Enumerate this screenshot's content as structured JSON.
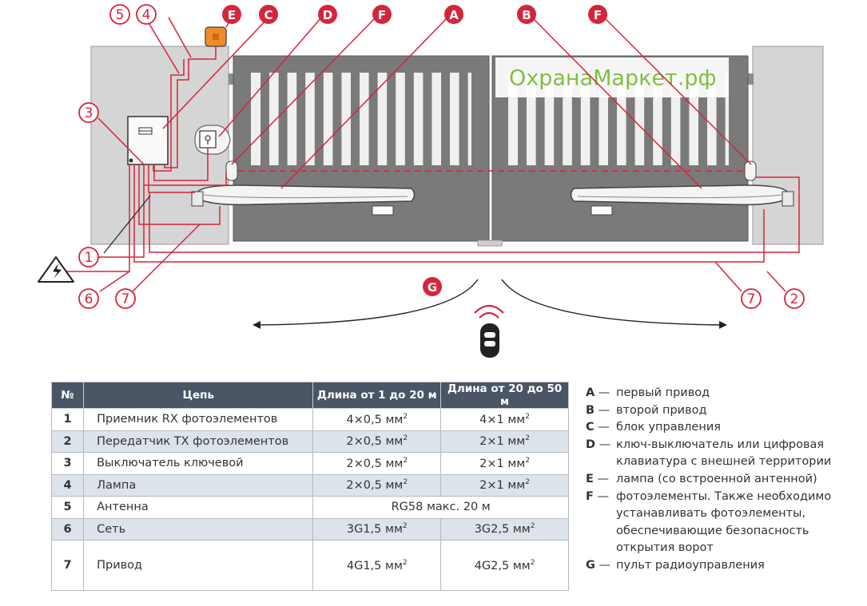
{
  "watermark": "ОхранаМаркет.рф",
  "callouts": {
    "top": [
      "5",
      "4",
      "E",
      "C",
      "D",
      "F",
      "A",
      "B",
      "F"
    ],
    "left": [
      "3",
      "1",
      "6",
      "7"
    ],
    "right": [
      "7",
      "2"
    ],
    "remote": "G"
  },
  "icons": [
    "warning-high-voltage-icon",
    "remote-control-icon",
    "lamp-icon",
    "control-box-icon",
    "key-switch-icon"
  ],
  "colors": {
    "accent": "#d6243a",
    "lamp": "#f18a29",
    "table_header": "#4a5565",
    "table_alt_row": "#dce3ea",
    "watermark": "#7fbf40"
  },
  "table": {
    "headers": [
      "№",
      "Цепь",
      "Длина от 1 до 20 м",
      "Длина от 20 до 50 м"
    ],
    "rows": [
      {
        "num": "1",
        "name": "Приемник RX фотоэлементов",
        "v1": "4×0,5 мм",
        "v2": "4×1 мм",
        "sup": "2"
      },
      {
        "num": "2",
        "name": "Передатчик TX фотоэлементов",
        "v1": "2×0,5 мм",
        "v2": "2×1 мм",
        "sup": "2"
      },
      {
        "num": "3",
        "name": "Выключатель ключевой",
        "v1": "2×0,5 мм",
        "v2": "2×1 мм",
        "sup": "2"
      },
      {
        "num": "4",
        "name": "Лампа",
        "v1": "2×0,5 мм",
        "v2": "2×1 мм",
        "sup": "2"
      },
      {
        "num": "5",
        "name": "Антенна",
        "merged": "RG58 макс. 20 м"
      },
      {
        "num": "6",
        "name": "Сеть",
        "v1": "3G1,5 мм",
        "v2": "3G2,5 мм",
        "sup": "2"
      },
      {
        "num": "7",
        "name": "Привод",
        "v1": "4G1,5 мм",
        "v2": "4G2,5 мм",
        "sup": "2"
      }
    ]
  },
  "legend": [
    {
      "key": "A",
      "dash": " —",
      "text": "первый привод"
    },
    {
      "key": "B",
      "dash": " —",
      "text": "второй привод"
    },
    {
      "key": "C",
      "dash": " —",
      "text": "блок управления"
    },
    {
      "key": "D",
      "dash": " —",
      "text": "ключ-выключатель или цифровая клавиатура с внешней территории"
    },
    {
      "key": "E",
      "dash": " —",
      "text": "лампа (со встроенной антенной)"
    },
    {
      "key": "F",
      "dash": " —",
      "text": "фотоэлементы. Также необходимо устанавливать фотоэлементы, обеспечивающие безопасность открытия ворот"
    },
    {
      "key": "G",
      "dash": " —",
      "text": "пульт радиоуправления"
    }
  ]
}
